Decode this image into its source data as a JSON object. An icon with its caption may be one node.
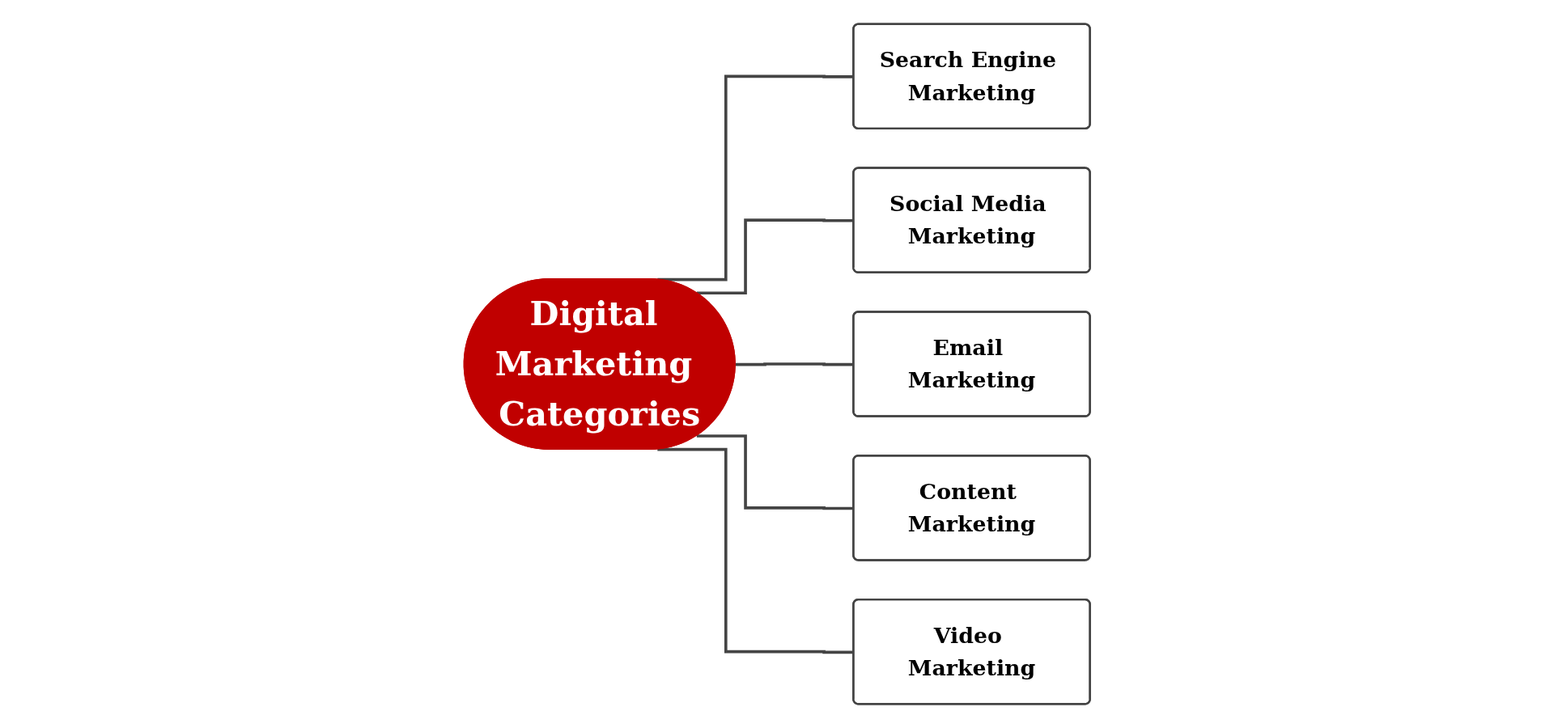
{
  "diagram": {
    "nodes": [
      {
        "text": [
          "Digital Marketing Categories"
        ]
      },
      {
        "text": [
          "Search Engine Marketing"
        ]
      },
      {
        "text": [
          "Social Media Marketing"
        ]
      },
      {
        "text": [
          "Email Marketing"
        ]
      },
      {
        "text": [
          "Content Marketing"
        ]
      },
      {
        "text": [
          "Video Marketing"
        ]
      }
    ],
    "edges": [
      {
        "from": 0,
        "to": 1,
        "arrow": "none"
      },
      {
        "from": 0,
        "to": 2,
        "arrow": "none"
      },
      {
        "from": 0,
        "to": 3,
        "arrow": "none"
      },
      {
        "from": 0,
        "to": 4,
        "arrow": "none"
      },
      {
        "from": 0,
        "to": 5,
        "arrow": "none"
      }
    ]
  }
}
